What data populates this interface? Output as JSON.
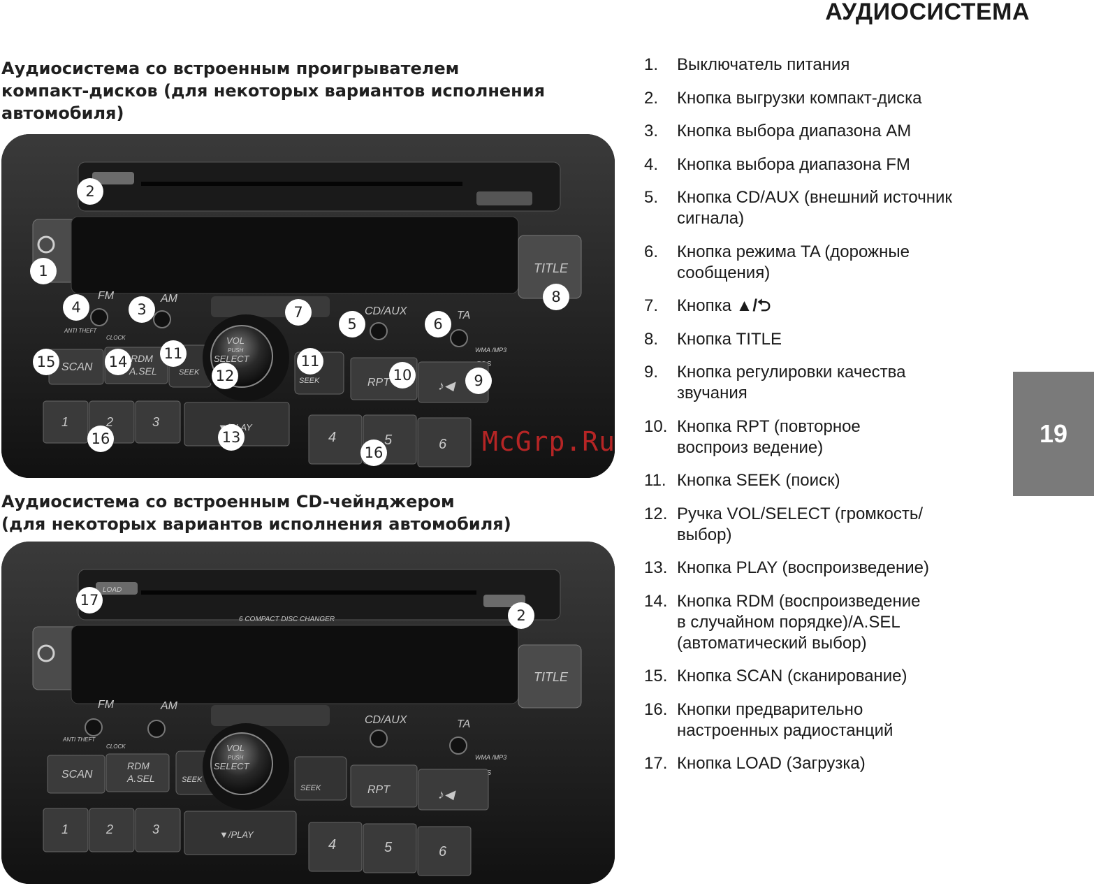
{
  "header": {
    "title": "АУДИОСИСТЕМА"
  },
  "sections": [
    {
      "title": "Аудиосистема со встроенным проигрывателем\nкомпакт-дисков (для некоторых вариантов исполнения\nавтомобиля)"
    },
    {
      "title": "Аудиосистема со встроенным CD-чейнджером\n(для некоторых вариантов исполнения автомобиля)"
    }
  ],
  "panel_labels": {
    "title_btn": "TITLE",
    "fm": "FM",
    "am": "AM",
    "cd_aux": "CD/AUX",
    "ta": "TA",
    "scan": "SCAN",
    "rdm": "RDM",
    "asel": "A.SEL",
    "seek": "SEEK",
    "vol": "VOL",
    "push": "PUSH",
    "select": "SELECT",
    "rpt": "RPT",
    "play": "▼/PLAY",
    "anti_theft": "ANTI THEFT",
    "clock": "CLOCK",
    "wma": "WMA /MP3",
    "rds": "RDS",
    "load": "LOAD",
    "changer": "6 COMPACT DISC CHANGER",
    "presets": [
      "1",
      "2",
      "3",
      "4",
      "5",
      "6"
    ]
  },
  "callouts_photo1": [
    "1",
    "2",
    "3",
    "4",
    "5",
    "6",
    "7",
    "8",
    "9",
    "10",
    "11",
    "11",
    "12",
    "13",
    "14",
    "15",
    "16",
    "16"
  ],
  "callouts_photo2": [
    "17",
    "2"
  ],
  "legend": [
    {
      "num": "1.",
      "text": "Выключатель питания"
    },
    {
      "num": "2.",
      "text": "Кнопка выгрузки компакт-диска"
    },
    {
      "num": "3.",
      "text": "Кнопка выбора диапазона AM"
    },
    {
      "num": "4.",
      "text": "Кнопка выбора диапазона FM"
    },
    {
      "num": "5.",
      "text": "Кнопка CD/AUX (внешний источник\nсигнала)"
    },
    {
      "num": "6.",
      "text": "Кнопка режима TA (дорожные\nсообщения)"
    },
    {
      "num": "7.",
      "text": "Кнопка",
      "symbol": "▲/⮌"
    },
    {
      "num": "8.",
      "text": "Кнопка TITLE"
    },
    {
      "num": "9.",
      "text": "Кнопка регулировки качества\nзвучания"
    },
    {
      "num": "10.",
      "text": "Кнопка RPT (повторное\nвоспроиз ведение)"
    },
    {
      "num": "11.",
      "text": "Кнопка SEEK (поиск)"
    },
    {
      "num": "12.",
      "text": "Ручка VOL/SELECT (громкость/\nвыбор)"
    },
    {
      "num": "13.",
      "text": "Кнопка PLAY (воспроизведение)"
    },
    {
      "num": "14.",
      "text": "Кнопка RDM (воспроизведение\nв случайном порядке)/A.SEL\n(автоматический выбор)"
    },
    {
      "num": "15.",
      "text": "Кнопка SCAN (сканирование)"
    },
    {
      "num": "16.",
      "text": "Кнопки предварительно\nнастроенных радиостанций"
    },
    {
      "num": "17.",
      "text": "Кнопка LOAD (Загрузка)"
    }
  ],
  "side_tab": {
    "page_number": "19"
  },
  "watermark": "McGrp.Ru"
}
